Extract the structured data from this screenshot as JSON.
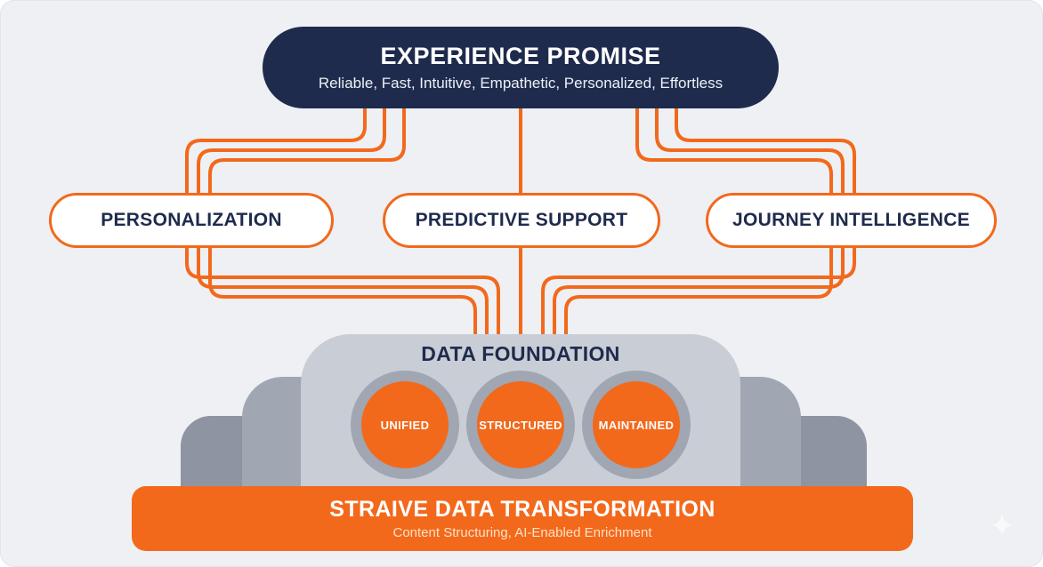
{
  "experience_promise": {
    "title": "EXPERIENCE PROMISE",
    "subtitle": "Reliable, Fast, Intuitive, Empathetic, Personalized, Effortless"
  },
  "pillars": [
    {
      "label": "PERSONALIZATION"
    },
    {
      "label": "PREDICTIVE SUPPORT"
    },
    {
      "label": "JOURNEY INTELLIGENCE"
    }
  ],
  "data_foundation": {
    "title": "DATA FOUNDATION",
    "capabilities": [
      {
        "label": "UNIFIED"
      },
      {
        "label": "STRUCTURED"
      },
      {
        "label": "MAINTAINED"
      }
    ]
  },
  "transformation": {
    "title": "STRAIVE DATA TRANSFORMATION",
    "subtitle": "Content Structuring, AI-Enabled Enrichment"
  },
  "icons": {
    "sparkle": "✦"
  },
  "colors": {
    "navy": "#1f2b4d",
    "orange": "#f2691c",
    "canvas": "#eef0f4",
    "gray_light": "#c9cdd6",
    "gray_mid": "#a0a6b2",
    "gray_dark": "#8e94a1"
  }
}
